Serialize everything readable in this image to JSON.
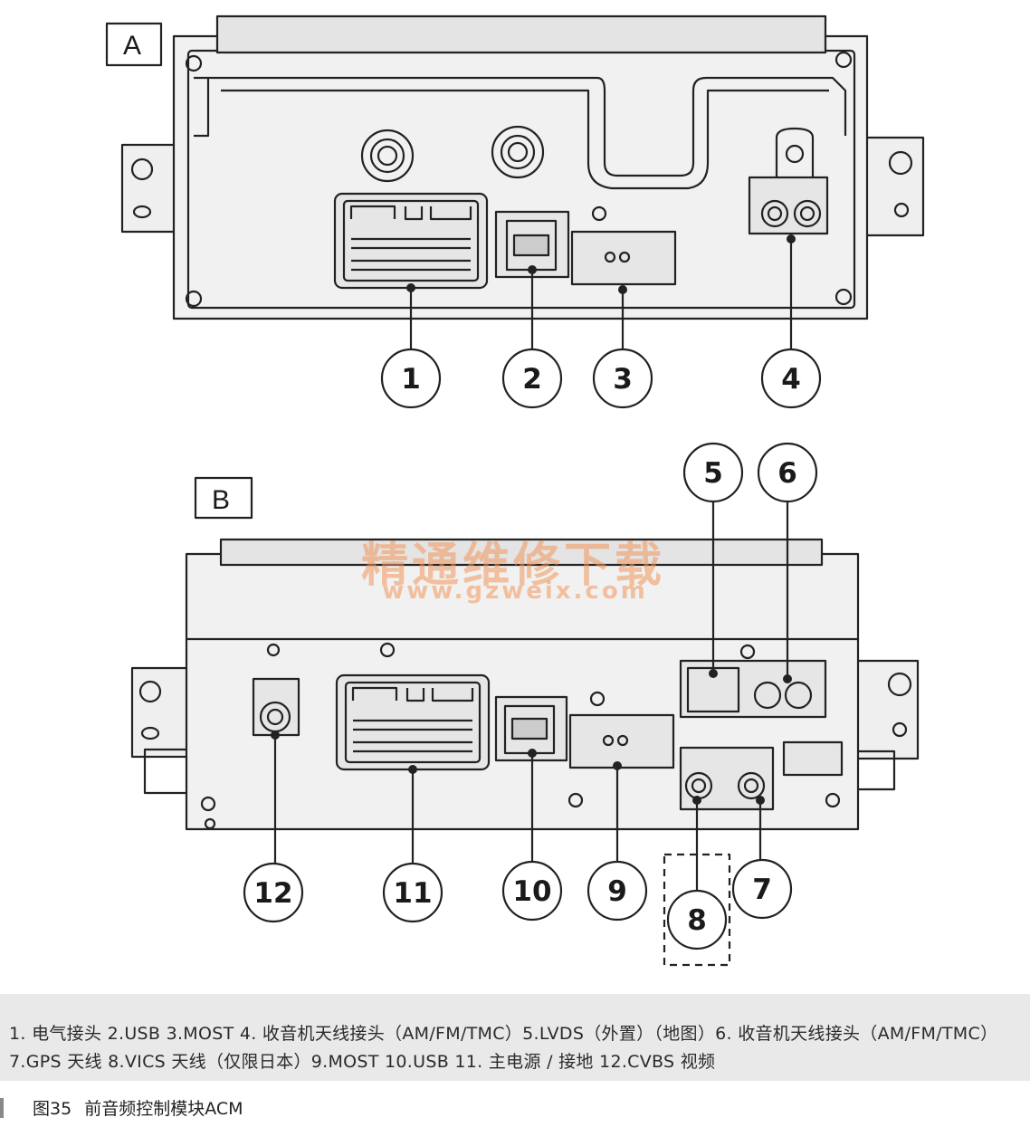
{
  "panel_a_label": "A",
  "panel_b_label": "B",
  "callouts": {
    "c1": "1",
    "c2": "2",
    "c3": "3",
    "c4": "4",
    "c5": "5",
    "c6": "6",
    "c7": "7",
    "c8": "8",
    "c9": "9",
    "c10": "10",
    "c11": "11",
    "c12": "12"
  },
  "watermark": {
    "title": "精通维修下载",
    "url": "www.gzweix.com"
  },
  "legend_text": "1. 电气接头 2.USB 3.MOST 4. 收音机天线接头（AM/FM/TMC）5.LVDS（外置）（地图）6. 收音机天线接头（AM/FM/TMC）7.GPS 天线 8.VICS 天线（仅限日本）9.MOST 10.USB 11. 主电源 / 接地 12.CVBS 视频",
  "figure": {
    "number": "图35",
    "title": "前音频控制模块ACM"
  },
  "colors": {
    "line": "#222222",
    "body_fill": "#eeeeee",
    "caption_bg": "#e9e9ea",
    "watermark": "#f0965a"
  }
}
